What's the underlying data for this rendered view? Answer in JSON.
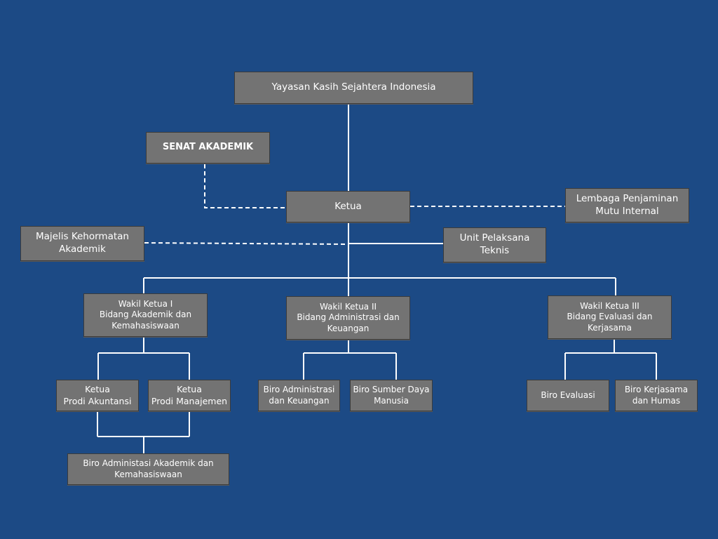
{
  "nodes": {
    "yayasan": "Yayasan Kasih Sejahtera Indonesia",
    "senat": "SENAT AKADEMIK",
    "ketua": "Ketua",
    "lpm": "Lembaga Penjaminan\nMutu Internal",
    "majelis": "Majelis Kehormatan\nAkademik",
    "upt": "Unit Pelaksana\nTeknis",
    "wk1": "Wakil Ketua I\nBidang Akademik dan\nKemahasiswaan",
    "wk2": "Wakil Ketua II\nBidang Administrasi dan\nKeuangan",
    "wk3": "Wakil Ketua III\nBidang Evaluasi dan\nKerjasama",
    "prodi_akuntansi": "Ketua\nProdi Akuntansi",
    "prodi_manajemen": "Ketua\nProdi Manajemen",
    "biro_akademik": "Biro Administasi Akademik dan\nKemahasiswaan",
    "biro_admin_keuangan": "Biro Administrasi\ndan Keuangan",
    "biro_sdm": "Biro Sumber Daya\nManusia",
    "biro_evaluasi": "Biro Evaluasi",
    "biro_kerjasama": "Biro Kerjasama\ndan Humas"
  },
  "colors": {
    "background": "#1c4a85",
    "box_fill": "#737373",
    "line": "#ffffff"
  }
}
